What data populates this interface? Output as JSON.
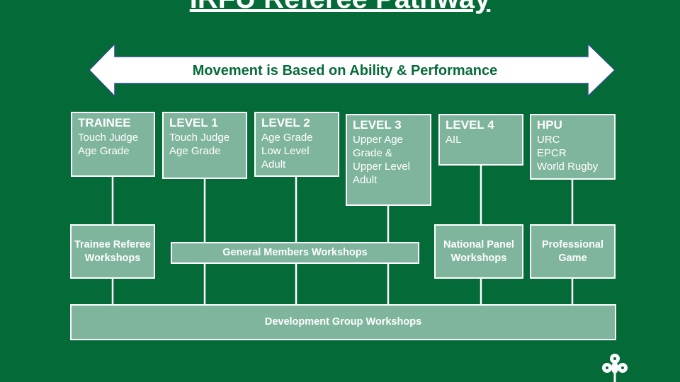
{
  "title": "IRFU Referee Pathway",
  "arrow_label": "Movement is Based on Ability & Performance",
  "levels": [
    {
      "heading": "TRAINEE",
      "lines": [
        "Touch Judge",
        "Age Grade"
      ]
    },
    {
      "heading": "LEVEL 1",
      "lines": [
        "Touch Judge",
        "Age Grade"
      ]
    },
    {
      "heading": "LEVEL 2",
      "lines": [
        "Age Grade",
        "Low Level",
        "Adult"
      ]
    },
    {
      "heading": "LEVEL 3",
      "lines": [
        "Upper Age",
        "Grade &",
        "Upper Level",
        "Adult"
      ]
    },
    {
      "heading": "LEVEL 4",
      "lines": [
        "AIL"
      ]
    },
    {
      "heading": "HPU",
      "lines": [
        "URC",
        "EPCR",
        "World Rugby"
      ]
    }
  ],
  "workshops": {
    "trainee": "Trainee Referee Workshops",
    "general": "General Members Workshops",
    "national": "National Panel Workshops",
    "professional": "Professional Game",
    "development": "Development Group Workshops"
  },
  "colors": {
    "background": "#046a38",
    "box_fill": "#7fb59d",
    "arrow_text": "#046a38",
    "border": "#ffffff"
  },
  "logo": {
    "icon": "shamrock-rugby-ball-icon"
  }
}
